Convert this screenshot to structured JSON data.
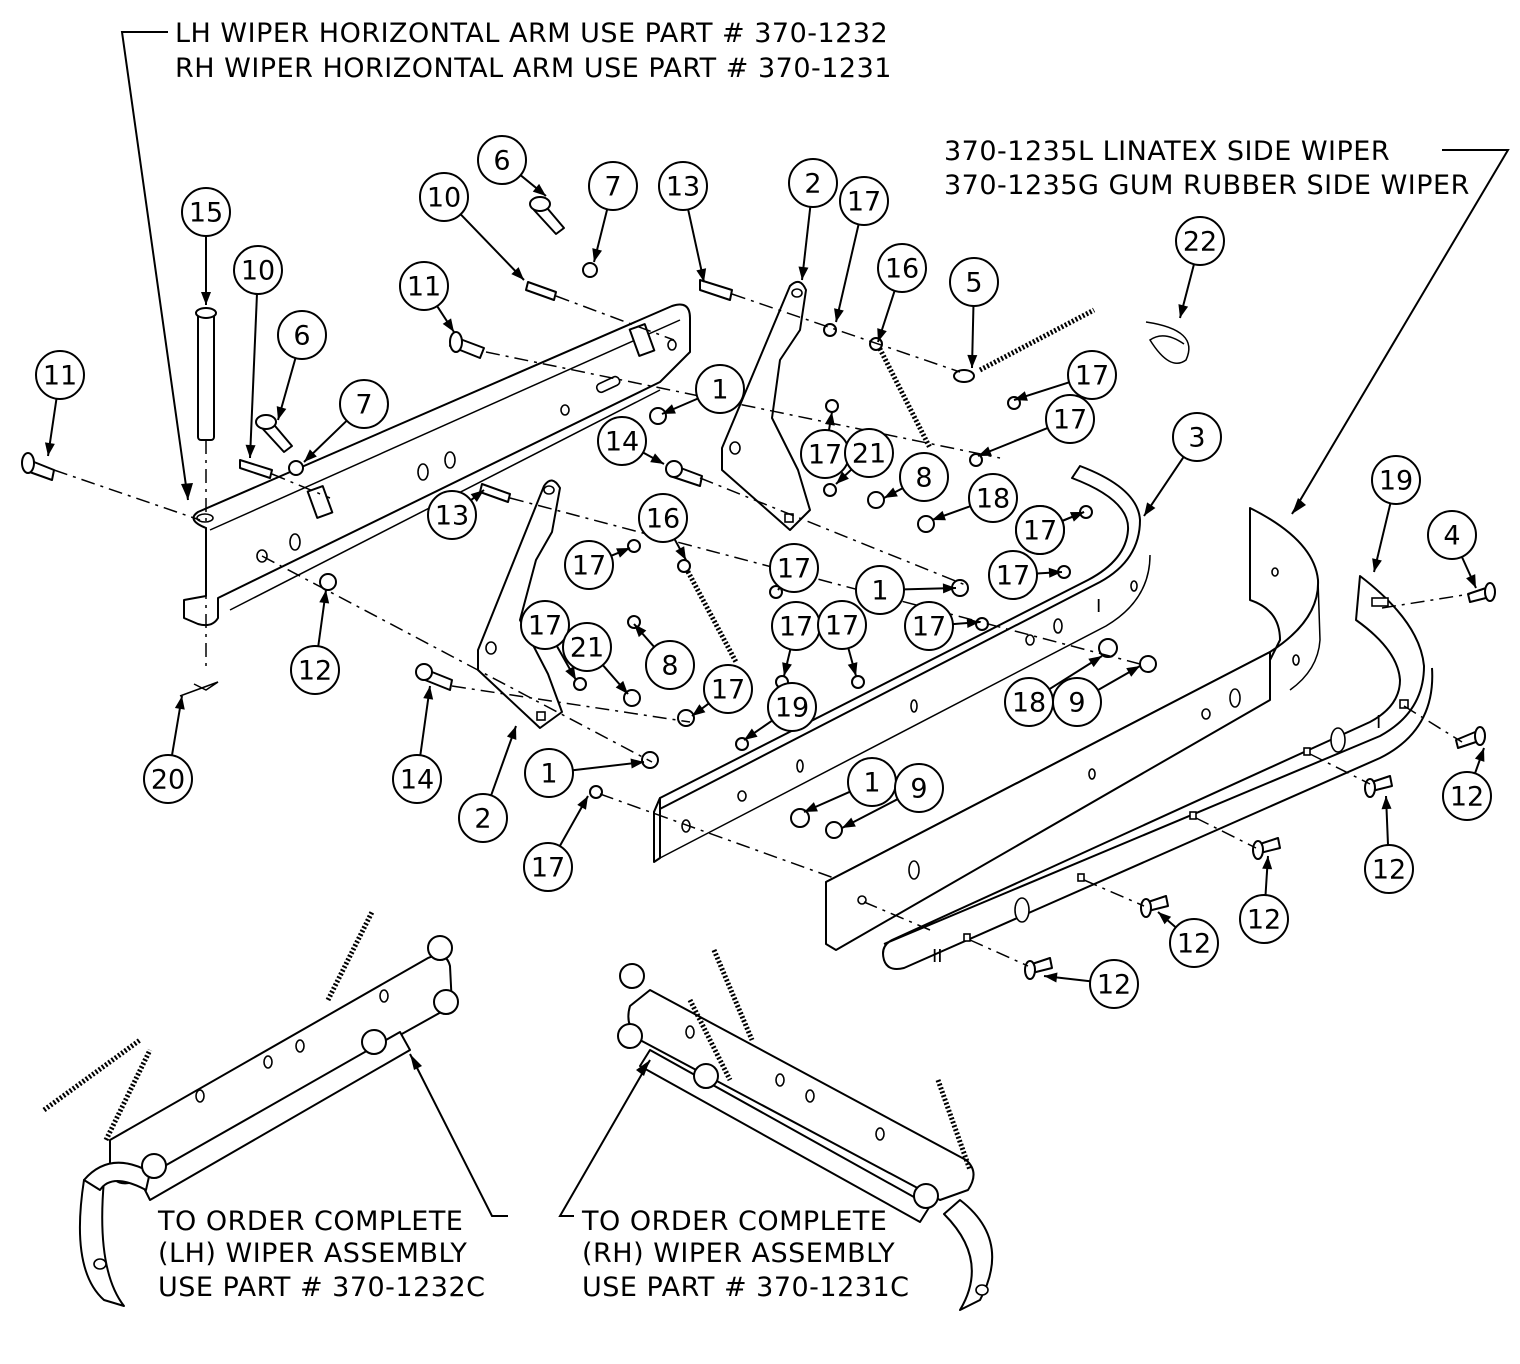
{
  "notes": {
    "arm_lh": "LH WIPER HORIZONTAL ARM USE PART # 370-1232",
    "arm_rh": "RH WIPER HORIZONTAL ARM USE PART # 370-1231",
    "side_wiper_l": "370-1235L LINATEX SIDE WIPER",
    "side_wiper_g": "370-1235G GUM RUBBER SIDE WIPER",
    "lh_assembly": [
      "TO ORDER COMPLETE",
      "(LH) WIPER ASSEMBLY",
      "USE PART # 370-1232C"
    ],
    "rh_assembly": [
      "TO ORDER COMPLETE",
      "(RH) WIPER ASSEMBLY",
      "USE PART # 370-1231C"
    ]
  },
  "callouts": [
    {
      "label": "11"
    },
    {
      "label": "15"
    },
    {
      "label": "10"
    },
    {
      "label": "6"
    },
    {
      "label": "7"
    },
    {
      "label": "10"
    },
    {
      "label": "6"
    },
    {
      "label": "7"
    },
    {
      "label": "11"
    },
    {
      "label": "13"
    },
    {
      "label": "2"
    },
    {
      "label": "17"
    },
    {
      "label": "16"
    },
    {
      "label": "5"
    },
    {
      "label": "22"
    },
    {
      "label": "17"
    },
    {
      "label": "17"
    },
    {
      "label": "1"
    },
    {
      "label": "14"
    },
    {
      "label": "17"
    },
    {
      "label": "21"
    },
    {
      "label": "8"
    },
    {
      "label": "18"
    },
    {
      "label": "3"
    },
    {
      "label": "17"
    },
    {
      "label": "13"
    },
    {
      "label": "16"
    },
    {
      "label": "17"
    },
    {
      "label": "17"
    },
    {
      "label": "17"
    },
    {
      "label": "1"
    },
    {
      "label": "17"
    },
    {
      "label": "21"
    },
    {
      "label": "8"
    },
    {
      "label": "17"
    },
    {
      "label": "17"
    },
    {
      "label": "17"
    },
    {
      "label": "17"
    },
    {
      "label": "18"
    },
    {
      "label": "9"
    },
    {
      "label": "19"
    },
    {
      "label": "4"
    },
    {
      "label": "12"
    },
    {
      "label": "1"
    },
    {
      "label": "14"
    },
    {
      "label": "2"
    },
    {
      "label": "1"
    },
    {
      "label": "9"
    },
    {
      "label": "19"
    },
    {
      "label": "17"
    },
    {
      "label": "20"
    },
    {
      "label": "12"
    },
    {
      "label": "12"
    },
    {
      "label": "12"
    },
    {
      "label": "12"
    },
    {
      "label": "12"
    },
    {
      "label": "17"
    }
  ]
}
